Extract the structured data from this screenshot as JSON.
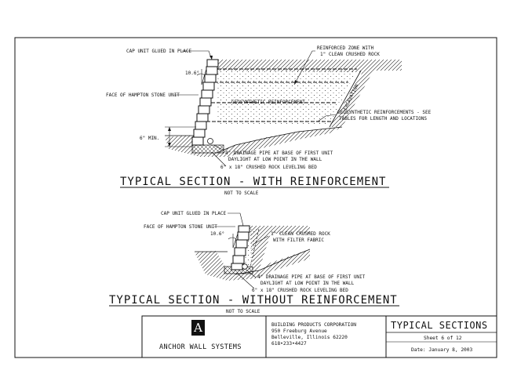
{
  "upper": {
    "cap_label": "CAP UNIT GLUED IN PLACE",
    "reinforced_zone_line1": "REINFORCED ZONE WITH",
    "reinforced_zone_line2": "1\" CLEAN CRUSHED ROCK",
    "angle": "10.6°",
    "face_label": "FACE OF HAMPTON STONE UNIT",
    "geo_label": "GEOSYNTHETIC REINFORCEMENT",
    "excavation": "EXCAVATION",
    "geo_see_line1": "GEOSYNTHETIC REINFORCEMENTS - SEE",
    "geo_see_line2": "TABLES FOR LENGTH AND LOCATIONS",
    "min_label": "6\" MIN.",
    "drain_line1": "4\" DRAINAGE PIPE AT BASE OF FIRST UNIT",
    "drain_line2": "DAYLIGHT AT LOW POINT IN THE WALL",
    "bed_label": "6\" x 18\" CRUSHED ROCK LEVELING BED",
    "title": "TYPICAL SECTION - WITH REINFORCEMENT",
    "scale": "NOT TO SCALE"
  },
  "lower": {
    "cap_label": "CAP UNIT GLUED IN PLACE",
    "face_label": "FACE OF HAMPTON STONE UNIT",
    "angle": "10.6°",
    "rock_line1": "1\" CLEAN CRUSHED ROCK",
    "rock_line2": "WITH FILTER FABRIC",
    "drain_line1": "4\" DRAINAGE PIPE AT BASE OF FIRST UNIT",
    "drain_line2": "DAYLIGHT AT LOW POINT IN THE WALL",
    "bed_label": "6\" x 18\" CRUSHED ROCK LEVELING BED",
    "title": "TYPICAL SECTION - WITHOUT REINFORCEMENT",
    "scale": "NOT TO SCALE"
  },
  "title_block": {
    "logo_letter": "A",
    "company": "ANCHOR WALL SYSTEMS",
    "corp_name": "BUILDING PRODUCTS CORPORATION",
    "street": "950 Freeburg Avenue",
    "city": "Belleville, Illinois 62220",
    "phone": "618•233•4427",
    "sheet_title": "TYPICAL SECTIONS",
    "sheet_no": "Sheet 6 of 12",
    "date": "Date:  January 8, 2003"
  }
}
